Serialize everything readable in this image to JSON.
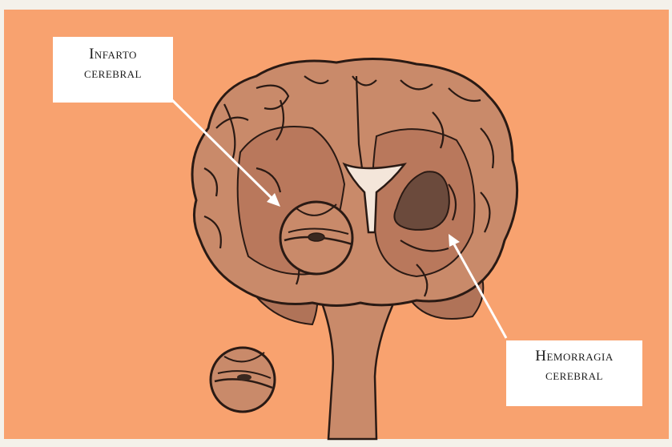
{
  "labels": {
    "infarto": {
      "line1": "Infarto",
      "line2": "cerebral"
    },
    "hemorragia": {
      "line1": "Hemorragia",
      "line2": "cerebral"
    }
  },
  "colors": {
    "background": "#f8a26f",
    "brain_fill": "#c98a6a",
    "brain_shade": "#b07358",
    "hemorrhage": "#6b4a3c",
    "outline": "#2a1a14",
    "label_bg": "#ffffff",
    "arrow": "#ffffff"
  }
}
